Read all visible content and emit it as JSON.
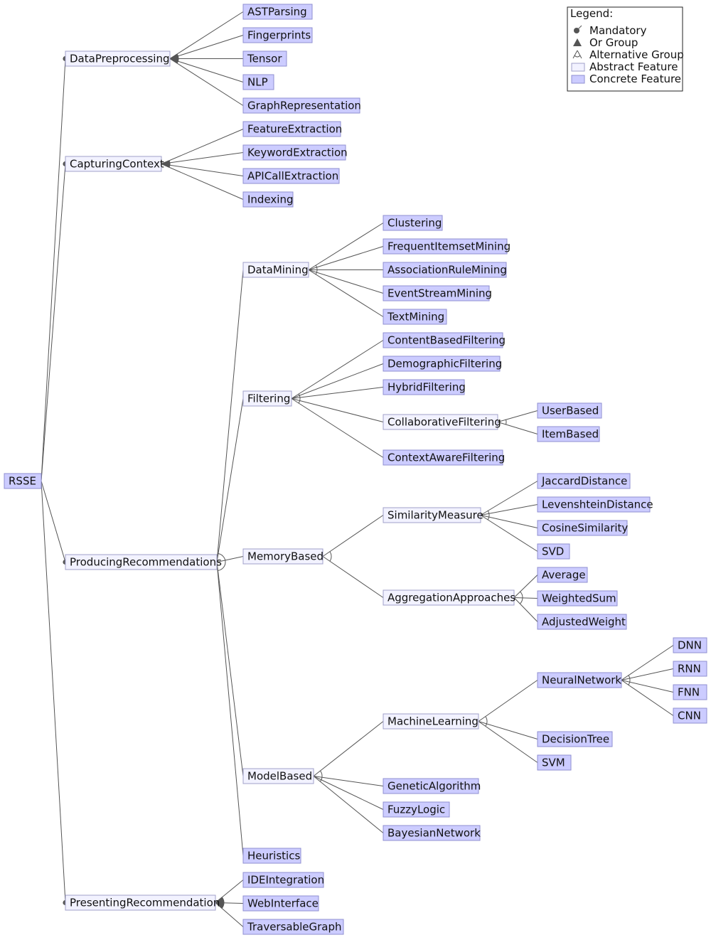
{
  "title": "",
  "legend": {
    "heading": "Legend:",
    "items": [
      {
        "symbol": "mandatory",
        "label": "Mandatory"
      },
      {
        "symbol": "or-group",
        "label": "Or Group"
      },
      {
        "symbol": "alternative-group",
        "label": "Alternative Group"
      },
      {
        "symbol": "abstract",
        "label": "Abstract Feature"
      },
      {
        "symbol": "concrete",
        "label": "Concrete Feature"
      }
    ]
  },
  "colors": {
    "concrete_fill": "#ccccff",
    "concrete_stroke": "#8f8fd0",
    "abstract_fill": "#f2f2ff",
    "abstract_stroke": "#a0a0c8",
    "edge": "#555555",
    "text": "#111111"
  },
  "features": [
    {
      "id": "RSSE",
      "label": "RSSE",
      "type": "concrete",
      "parent": null
    },
    {
      "id": "DataPreprocessing",
      "label": "DataPreprocessing",
      "type": "abstract",
      "parent": "RSSE",
      "mandatory": true
    },
    {
      "id": "CapturingContext",
      "label": "CapturingContext",
      "type": "abstract",
      "parent": "RSSE",
      "mandatory": true
    },
    {
      "id": "ProducingRecommendations",
      "label": "ProducingRecommendations",
      "type": "abstract",
      "parent": "RSSE",
      "mandatory": true
    },
    {
      "id": "PresentingRecommendation",
      "label": "PresentingRecommendation",
      "type": "abstract",
      "parent": "RSSE",
      "mandatory": true
    },
    {
      "id": "ASTParsing",
      "label": "ASTParsing",
      "type": "concrete",
      "parent": "DataPreprocessing"
    },
    {
      "id": "Fingerprints",
      "label": "Fingerprints",
      "type": "concrete",
      "parent": "DataPreprocessing"
    },
    {
      "id": "Tensor",
      "label": "Tensor",
      "type": "concrete",
      "parent": "DataPreprocessing"
    },
    {
      "id": "NLP",
      "label": "NLP",
      "type": "concrete",
      "parent": "DataPreprocessing"
    },
    {
      "id": "GraphRepresentation",
      "label": "GraphRepresentation",
      "type": "concrete",
      "parent": "DataPreprocessing"
    },
    {
      "id": "FeatureExtraction",
      "label": "FeatureExtraction",
      "type": "concrete",
      "parent": "CapturingContext"
    },
    {
      "id": "KeywordExtraction",
      "label": "KeywordExtraction",
      "type": "concrete",
      "parent": "CapturingContext"
    },
    {
      "id": "APICallExtraction",
      "label": "APICallExtraction",
      "type": "concrete",
      "parent": "CapturingContext"
    },
    {
      "id": "Indexing",
      "label": "Indexing",
      "type": "concrete",
      "parent": "CapturingContext"
    },
    {
      "id": "DataMining",
      "label": "DataMining",
      "type": "abstract",
      "parent": "ProducingRecommendations"
    },
    {
      "id": "Filtering",
      "label": "Filtering",
      "type": "abstract",
      "parent": "ProducingRecommendations"
    },
    {
      "id": "MemoryBased",
      "label": "MemoryBased",
      "type": "abstract",
      "parent": "ProducingRecommendations"
    },
    {
      "id": "ModelBased",
      "label": "ModelBased",
      "type": "abstract",
      "parent": "ProducingRecommendations"
    },
    {
      "id": "Heuristics",
      "label": "Heuristics",
      "type": "concrete",
      "parent": "ProducingRecommendations"
    },
    {
      "id": "Clustering",
      "label": "Clustering",
      "type": "concrete",
      "parent": "DataMining"
    },
    {
      "id": "FrequentItemsetMining",
      "label": "FrequentItemsetMining",
      "type": "concrete",
      "parent": "DataMining"
    },
    {
      "id": "AssociationRuleMining",
      "label": "AssociationRuleMining",
      "type": "concrete",
      "parent": "DataMining"
    },
    {
      "id": "EventStreamMining",
      "label": "EventStreamMining",
      "type": "concrete",
      "parent": "DataMining"
    },
    {
      "id": "TextMining",
      "label": "TextMining",
      "type": "concrete",
      "parent": "DataMining"
    },
    {
      "id": "ContentBasedFiltering",
      "label": "ContentBasedFiltering",
      "type": "concrete",
      "parent": "Filtering"
    },
    {
      "id": "DemographicFiltering",
      "label": "DemographicFiltering",
      "type": "concrete",
      "parent": "Filtering"
    },
    {
      "id": "HybridFiltering",
      "label": "HybridFiltering",
      "type": "concrete",
      "parent": "Filtering"
    },
    {
      "id": "CollaborativeFiltering",
      "label": "CollaborativeFiltering",
      "type": "abstract",
      "parent": "Filtering"
    },
    {
      "id": "ContextAwareFiltering",
      "label": "ContextAwareFiltering",
      "type": "concrete",
      "parent": "Filtering"
    },
    {
      "id": "UserBased",
      "label": "UserBased",
      "type": "concrete",
      "parent": "CollaborativeFiltering"
    },
    {
      "id": "ItemBased",
      "label": "ItemBased",
      "type": "concrete",
      "parent": "CollaborativeFiltering"
    },
    {
      "id": "SimilarityMeasure",
      "label": "SimilarityMeasure",
      "type": "abstract",
      "parent": "MemoryBased"
    },
    {
      "id": "AggregationApproaches",
      "label": "AggregationApproaches",
      "type": "abstract",
      "parent": "MemoryBased"
    },
    {
      "id": "JaccardDistance",
      "label": "JaccardDistance",
      "type": "concrete",
      "parent": "SimilarityMeasure"
    },
    {
      "id": "LevenshteinDistance",
      "label": "LevenshteinDistance",
      "type": "concrete",
      "parent": "SimilarityMeasure"
    },
    {
      "id": "CosineSimilarity",
      "label": "CosineSimilarity",
      "type": "concrete",
      "parent": "SimilarityMeasure"
    },
    {
      "id": "SVD",
      "label": "SVD",
      "type": "concrete",
      "parent": "SimilarityMeasure"
    },
    {
      "id": "Average",
      "label": "Average",
      "type": "concrete",
      "parent": "AggregationApproaches"
    },
    {
      "id": "WeightedSum",
      "label": "WeightedSum",
      "type": "concrete",
      "parent": "AggregationApproaches"
    },
    {
      "id": "AdjustedWeight",
      "label": "AdjustedWeight",
      "type": "concrete",
      "parent": "AggregationApproaches"
    },
    {
      "id": "MachineLearning",
      "label": "MachineLearning",
      "type": "abstract",
      "parent": "ModelBased"
    },
    {
      "id": "GeneticAlgorithm",
      "label": "GeneticAlgorithm",
      "type": "concrete",
      "parent": "ModelBased"
    },
    {
      "id": "FuzzyLogic",
      "label": "FuzzyLogic",
      "type": "concrete",
      "parent": "ModelBased"
    },
    {
      "id": "BayesianNetwork",
      "label": "BayesianNetwork",
      "type": "concrete",
      "parent": "ModelBased"
    },
    {
      "id": "NeuralNetwork",
      "label": "NeuralNetwork",
      "type": "concrete",
      "parent": "MachineLearning"
    },
    {
      "id": "DecisionTree",
      "label": "DecisionTree",
      "type": "concrete",
      "parent": "MachineLearning"
    },
    {
      "id": "SVM",
      "label": "SVM",
      "type": "concrete",
      "parent": "MachineLearning"
    },
    {
      "id": "DNN",
      "label": "DNN",
      "type": "concrete",
      "parent": "NeuralNetwork"
    },
    {
      "id": "RNN",
      "label": "RNN",
      "type": "concrete",
      "parent": "NeuralNetwork"
    },
    {
      "id": "FNN",
      "label": "FNN",
      "type": "concrete",
      "parent": "NeuralNetwork"
    },
    {
      "id": "CNN",
      "label": "CNN",
      "type": "concrete",
      "parent": "NeuralNetwork"
    },
    {
      "id": "IDEIntegration",
      "label": "IDEIntegration",
      "type": "concrete",
      "parent": "PresentingRecommendation"
    },
    {
      "id": "WebInterface",
      "label": "WebInterface",
      "type": "concrete",
      "parent": "PresentingRecommendation"
    },
    {
      "id": "TraversableGraph",
      "label": "TraversableGraph",
      "type": "concrete",
      "parent": "PresentingRecommendation"
    }
  ],
  "groups": [
    {
      "parent": "RSSE",
      "kind": "and"
    },
    {
      "parent": "DataPreprocessing",
      "kind": "or"
    },
    {
      "parent": "CapturingContext",
      "kind": "or"
    },
    {
      "parent": "ProducingRecommendations",
      "kind": "alternative"
    },
    {
      "parent": "DataMining",
      "kind": "alternative"
    },
    {
      "parent": "Filtering",
      "kind": "alternative"
    },
    {
      "parent": "CollaborativeFiltering",
      "kind": "alternative"
    },
    {
      "parent": "MemoryBased",
      "kind": "alternative"
    },
    {
      "parent": "SimilarityMeasure",
      "kind": "alternative"
    },
    {
      "parent": "AggregationApproaches",
      "kind": "alternative"
    },
    {
      "parent": "ModelBased",
      "kind": "alternative"
    },
    {
      "parent": "MachineLearning",
      "kind": "alternative"
    },
    {
      "parent": "NeuralNetwork",
      "kind": "alternative"
    },
    {
      "parent": "PresentingRecommendation",
      "kind": "or"
    }
  ]
}
